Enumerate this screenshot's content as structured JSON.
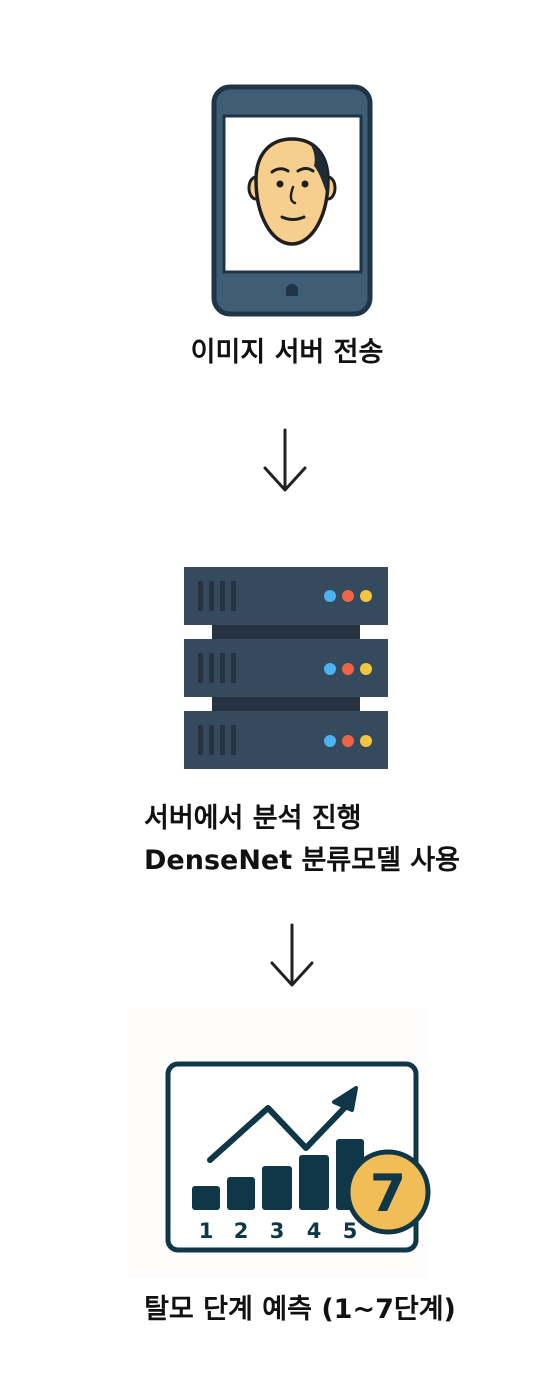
{
  "steps": [
    {
      "caption": "이미지 서버 전송",
      "icon": "smartphone-face-icon"
    },
    {
      "caption_line1": "서버에서 분석 진행",
      "caption_line2": "DenseNet 분류모델 사용",
      "icon": "server-rack-icon"
    },
    {
      "caption": "탈모 단계 예측 (1~7단계)",
      "icon": "growth-chart-icon"
    }
  ],
  "chart_icon": {
    "bar_labels": [
      "1",
      "2",
      "3",
      "4",
      "5"
    ],
    "badge": "7"
  },
  "colors": {
    "phone_body": "#3f5e76",
    "phone_outline": "#1f3547",
    "face_skin": "#f6cf8f",
    "server_body": "#354a5c",
    "server_gap": "#25323f",
    "led_blue": "#4db3f0",
    "led_red": "#ef6448",
    "led_yellow": "#f3c642",
    "chart_ink": "#103747",
    "badge_fill": "#f1bd57"
  }
}
